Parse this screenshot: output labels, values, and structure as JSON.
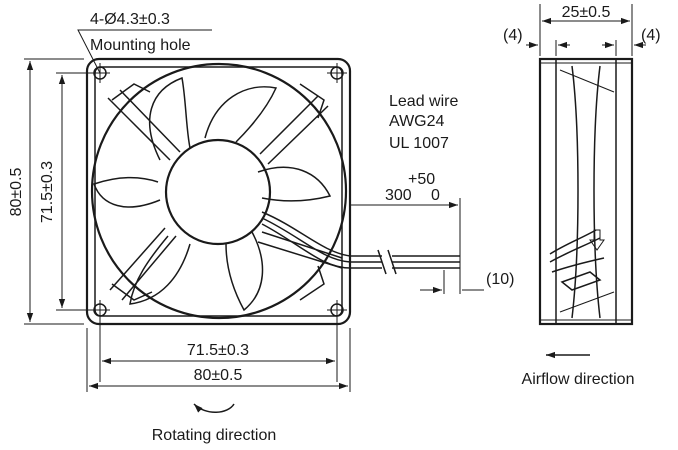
{
  "mounting_hole": {
    "spec": "4-Ø4.3±0.3",
    "label": "Mounting hole"
  },
  "lead_wire": {
    "line1": "Lead wire",
    "line2": "AWG24",
    "line3": "UL 1007"
  },
  "wire_length": {
    "tolerance": "+50",
    "value": "300",
    "lower": "0"
  },
  "wire_end": "(10)",
  "dims": {
    "height_outer": "80±0.5",
    "height_pitch": "71.5±0.3",
    "width_pitch": "71.5±0.3",
    "width_outer": "80±0.5",
    "thickness": "25±0.5",
    "flange_left": "(4)",
    "flange_right": "(4)"
  },
  "airflow_label": "Airflow direction",
  "rotation_label": "Rotating direction"
}
